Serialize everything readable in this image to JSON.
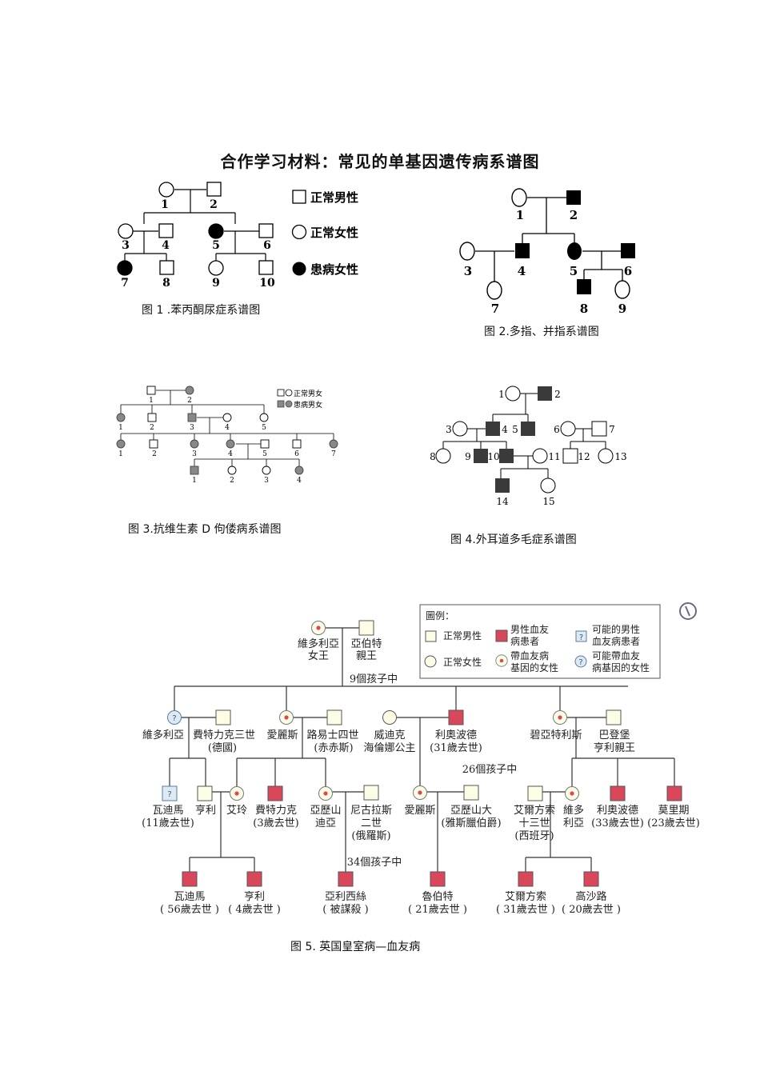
{
  "title": "合作学习材料：常见的单基因遗传病系谱图",
  "figures": {
    "fig1": {
      "caption": "图 1 .苯丙酮尿症系谱图",
      "legend": {
        "male": "正常男性",
        "female": "正常女性",
        "affected": "患病女性"
      },
      "ids": [
        "1",
        "2",
        "3",
        "4",
        "5",
        "6",
        "7",
        "8",
        "9",
        "10"
      ]
    },
    "fig2": {
      "caption": "图 2.多指、并指系谱图",
      "ids": [
        "1",
        "2",
        "3",
        "4",
        "5",
        "6",
        "7",
        "8",
        "9"
      ]
    },
    "fig3": {
      "caption": "图 3.抗维生素 D 佝偻病系谱图",
      "legend": {
        "normal": "正常男女",
        "affected": "患病男女"
      },
      "gen1": [
        "1",
        "2"
      ],
      "gen2": [
        "1",
        "2",
        "3",
        "4",
        "5"
      ],
      "gen3": [
        "1",
        "2",
        "3",
        "4",
        "5",
        "6",
        "7"
      ],
      "gen4": [
        "1",
        "2",
        "3",
        "4"
      ]
    },
    "fig4": {
      "caption": "图 4.外耳道多毛症系谱图",
      "ids": [
        "1",
        "2",
        "3",
        "4",
        "5",
        "6",
        "7",
        "8",
        "9",
        "10",
        "11",
        "12",
        "13",
        "14",
        "15"
      ]
    },
    "fig5": {
      "caption": "图 5. 英国皇室病—血友病",
      "legend": {
        "title": "圖例：",
        "normal_male": "正常男性",
        "normal_female": "正常女性",
        "hemophilia_male_1": "男性血友",
        "hemophilia_male_2": "病患者",
        "carrier_female_1": "帶血友病",
        "carrier_female_2": "基因的女性",
        "possible_male_1": "可能的男性",
        "possible_male_2": "血友病患者",
        "possible_female_1": "可能帶血友",
        "possible_female_2": "病基因的女性",
        "question": "?"
      },
      "labels": {
        "victoria_1": "維多利亞",
        "victoria_2": "女王",
        "albert_1": "亞伯特",
        "albert_2": "親王",
        "nine_children": "9個孩子中",
        "victoria_d": "維多利亞",
        "frederick_1": "費特力克三世",
        "frederick_2": "(德國)",
        "alice": "愛麗斯",
        "louis_1": "路易士四世",
        "louis_2": "(赤赤斯)",
        "helena_1": "威迪克",
        "helena_2": "海倫娜公主",
        "leopold_1": "利奧波德",
        "leopold_2": "(31歲去世)",
        "beatrice": "碧亞特利斯",
        "henry_1": "巴登堡",
        "henry_2": "亨利親王",
        "twentysix": "26個孩子中",
        "waldemar_1": "瓦迪馬",
        "waldemar_2": "(11歲去世)",
        "henry": "亨利",
        "irene": "艾玲",
        "frederick_s_1": "費特力克",
        "frederick_s_2": "(3歲去世)",
        "alexandra_1": "亞歷山",
        "alexandra_2": "迪亞",
        "nicholas_1": "尼古拉斯",
        "nicholas_2": "二世",
        "nicholas_3": "(俄羅斯)",
        "alice2": "愛麗斯",
        "alexander_1": "亞歷山大",
        "alexander_2": "(雅斯臘伯爵)",
        "alfonso_1": "艾爾方索",
        "alfonso_2": "十三世",
        "alfonso_3": "(西班牙)",
        "victoria_e_1": "維多",
        "victoria_e_2": "利亞",
        "leopold2_1": "利奧波德",
        "leopold2_2": "(33歲去世)",
        "maurice_1": "莫里期",
        "maurice_2": "(23歲去世)",
        "thirtyfour": "34個孩子中",
        "waldemar2_1": "瓦迪馬",
        "waldemar2_2": "( 56歲去世 )",
        "henry2_1": "亨利",
        "henry2_2": "( 4歲去世 )",
        "alexei_1": "亞利西絲",
        "alexei_2": "( 被謀殺 )",
        "rupert_1": "魯伯特",
        "rupert_2": "( 21歲去世 )",
        "alfonso2_1": "艾爾方索",
        "alfonso2_2": "( 31歲去世 )",
        "gonzalo_1": "高沙路",
        "gonzalo_2": "( 20歲去世 )"
      }
    }
  },
  "colors": {
    "affected_red": "#d9475b",
    "normal_yellow": "#fdfde6",
    "carrier_dot": "#d9475b",
    "possible_blue": "#dde9f3",
    "fig4_dark": "#3a3a3a",
    "fig3_grey": "#888888"
  }
}
